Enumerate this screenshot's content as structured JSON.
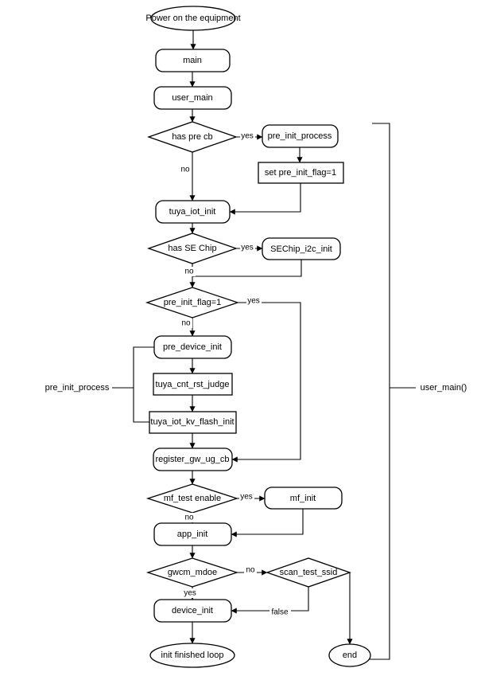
{
  "colors": {
    "background": "#ffffff",
    "stroke": "#000000",
    "fill": "#ffffff",
    "text": "#000000"
  },
  "nodes": {
    "power_on": "Power on the equipment",
    "main": "main",
    "user_main": "user_main",
    "has_pre_cb": "has pre cb",
    "pre_init_process": "pre_init_process",
    "set_pre_init_flag": "set pre_init_flag=1",
    "tuya_iot_init": "tuya_iot_init",
    "has_se_chip": "has SE Chip",
    "sechip_i2c_init": "SEChip_i2c_init",
    "pre_init_flag": "pre_init_flag=1",
    "pre_device_init": "pre_device_init",
    "tuya_cnt_rst_judge": "tuya_cnt_rst_judge",
    "tuya_iot_kv_flash_init": "tuya_iot_kv_flash_init",
    "register_gw_ug_cb": "register_gw_ug_cb",
    "mf_test_enable": "mf_test enable",
    "mf_init": "mf_init",
    "app_init": "app_init",
    "gwcm_mdoe": "gwcm_mdoe",
    "scan_test_ssid": "scan_test_ssid",
    "device_init": "device_init",
    "init_finished_loop": "init finished loop",
    "end": "end"
  },
  "edge_labels": {
    "has_pre_cb_yes": "yes",
    "has_pre_cb_no": "no",
    "has_se_chip_yes": "yes",
    "has_se_chip_no": "no",
    "pre_init_flag_yes": "yes",
    "pre_init_flag_no": "no",
    "mf_test_enable_yes": "yes",
    "mf_test_enable_no": "no",
    "gwcm_mdoe_no": "no",
    "gwcm_mdoe_yes": "yes",
    "scan_test_ssid_false": "false"
  },
  "annotations": {
    "left_group": "pre_init_process",
    "right_group": "user_main()"
  }
}
